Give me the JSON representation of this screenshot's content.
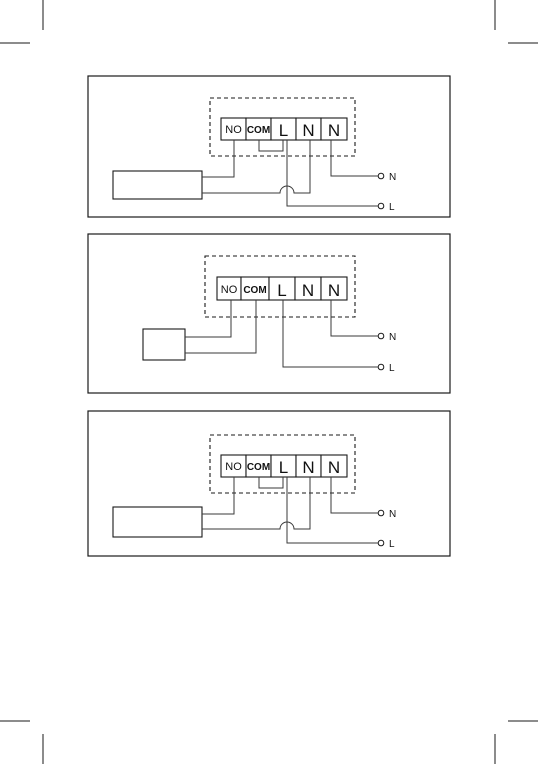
{
  "diagrams": [
    {
      "terminals": [
        "NO",
        "COM",
        "L",
        "N",
        "N"
      ],
      "wire_labels": {
        "neutral": "N",
        "live": "L"
      }
    },
    {
      "terminals": [
        "NO",
        "COM",
        "L",
        "N",
        "N"
      ],
      "wire_labels": {
        "neutral": "N",
        "live": "L"
      }
    },
    {
      "terminals": [
        "NO",
        "COM",
        "L",
        "N",
        "N"
      ],
      "wire_labels": {
        "neutral": "N",
        "live": "L"
      }
    }
  ]
}
